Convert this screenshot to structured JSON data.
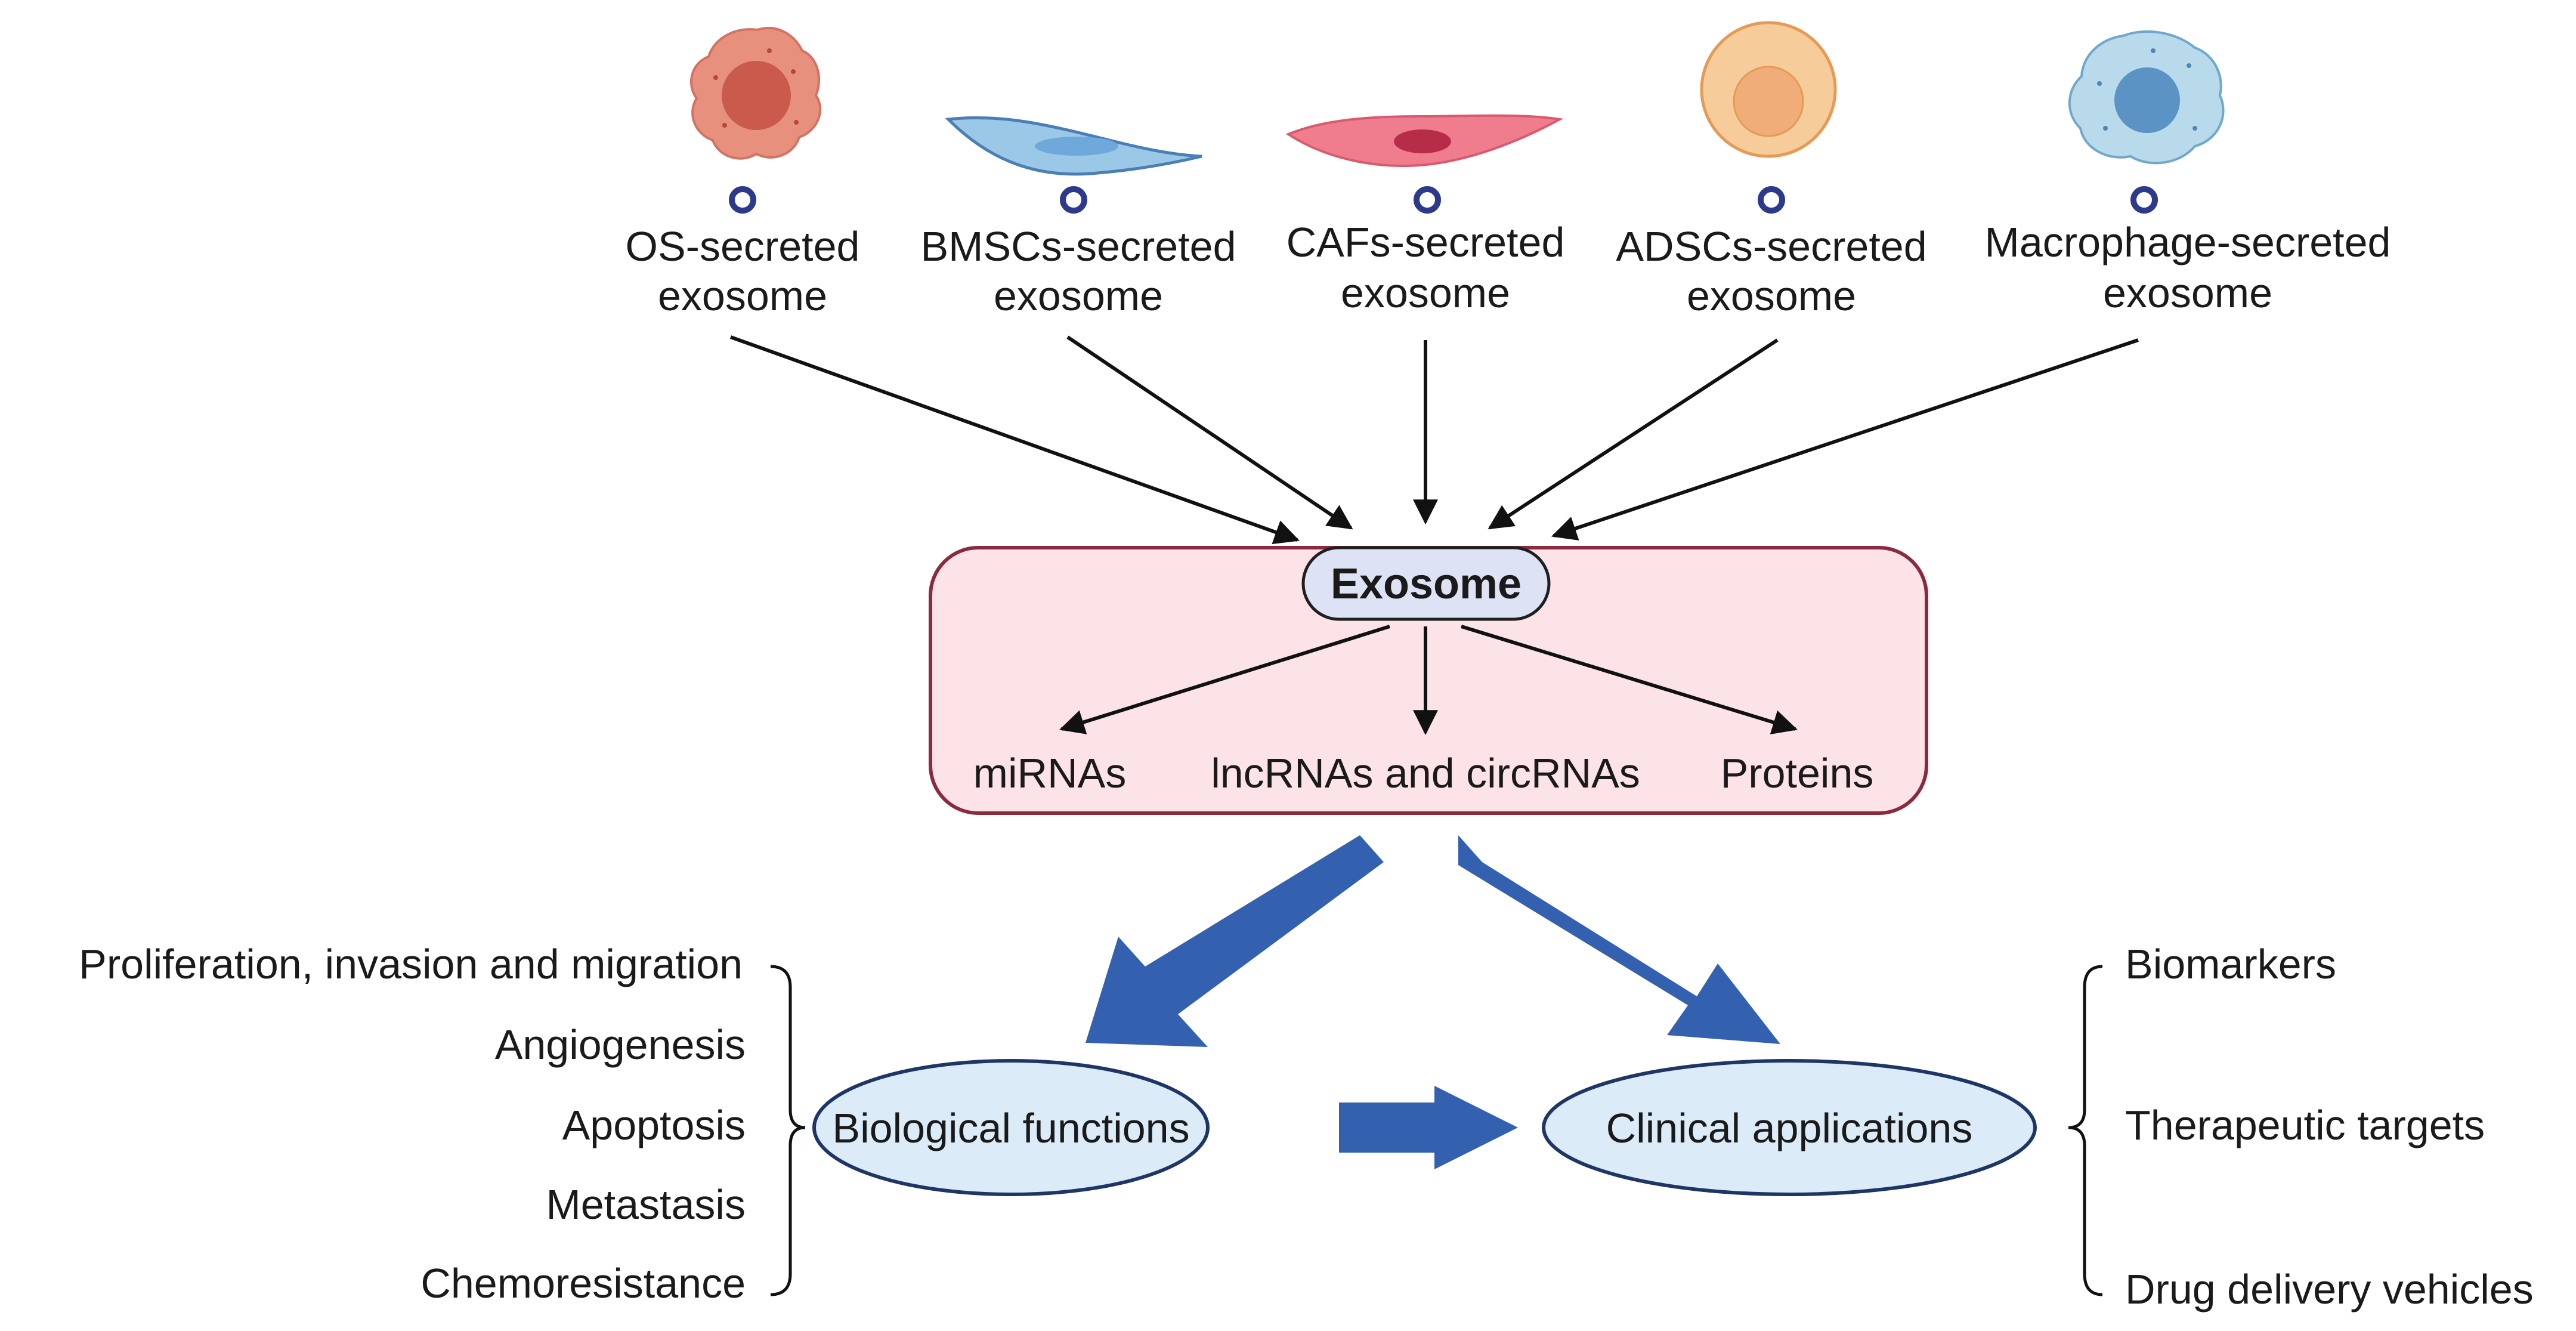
{
  "sources": [
    {
      "line1": "OS-secreted",
      "line2": "exosome",
      "icon": "tumor-cell-icon",
      "color": "#e8907e"
    },
    {
      "line1": "BMSCs-secreted",
      "line2": "exosome",
      "icon": "stem-cell-icon",
      "color": "#9cc8e8"
    },
    {
      "line1": "CAFs-secreted",
      "line2": "exosome",
      "icon": "fibroblast-icon",
      "color": "#ef7d8e"
    },
    {
      "line1": "ADSCs-secreted",
      "line2": "exosome",
      "icon": "adipose-cell-icon",
      "color": "#f6cc9a"
    },
    {
      "line1": "Macrophage-secreted",
      "line2": "exosome",
      "icon": "macrophage-icon",
      "color": "#b9daea"
    }
  ],
  "exosome": {
    "label": "Exosome",
    "contents": [
      "miRNAs",
      "lncRNAs and circRNAs",
      "Proteins"
    ],
    "box_fill": "#fbe3e8",
    "box_stroke": "#8a2a3c"
  },
  "biological": {
    "label": "Biological functions",
    "items": [
      "Proliferation, invasion and migration",
      "Angiogenesis",
      "Apoptosis",
      "Metastasis",
      "Chemoresistance"
    ]
  },
  "clinical": {
    "label": "Clinical applications",
    "items": [
      "Biomarkers",
      "Therapeutic targets",
      "Drug delivery vehicles"
    ]
  },
  "colors": {
    "big_arrow": "#3361b0",
    "ellipse_fill": "#dcebf8",
    "ellipse_stroke": "#1f3566",
    "marker": "#2c3a8c"
  }
}
